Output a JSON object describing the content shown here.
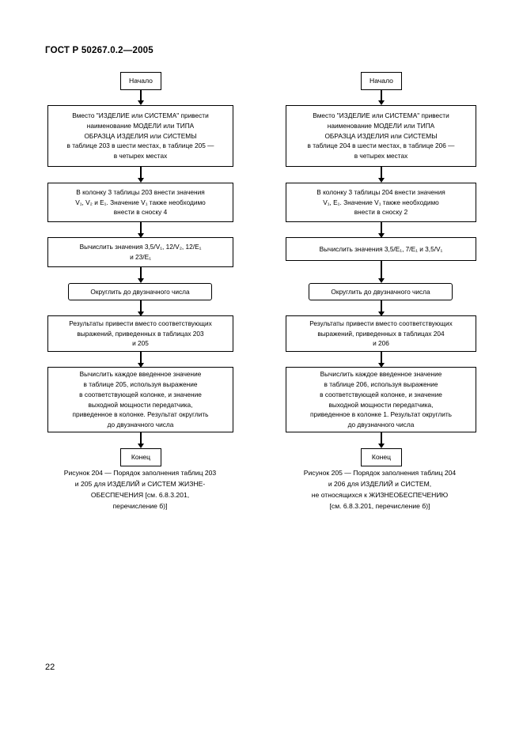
{
  "document": {
    "header": "ГОСТ Р 50267.0.2—2005",
    "page_number": "22"
  },
  "flowcharts": [
    {
      "id": "figure-204",
      "nodes": [
        {
          "name": "start",
          "shape": "terminator",
          "text": "Начало"
        },
        {
          "name": "step-substitute-names",
          "shape": "process",
          "text": "Вместо \"ИЗДЕЛИЕ или СИСТЕМА\" привести\nнаименование МОДЕЛИ или ТИПА\nОБРАЗЦА ИЗДЕЛИЯ или СИСТЕМЫ\nв таблице 203 в шести местах, в таблице 205 —\nв четырех местах"
        },
        {
          "name": "step-enter-values",
          "shape": "process",
          "text": "В колонку 3 таблицы 203 внести значения\nV₁, V₂ и E₁. Значение V₁ также необходимо\nвнести в сноску 4"
        },
        {
          "name": "step-compute-expressions",
          "shape": "process",
          "text": "Вычислить значения 3,5/V₁, 12/V₂, 12/E₁\nи 23/E₁"
        },
        {
          "name": "step-round",
          "shape": "rounded",
          "text": "Округлить до двузначного числа"
        },
        {
          "name": "step-insert-results",
          "shape": "process",
          "text": "Результаты привести вместо соответствующих\nвыражений, приведенных в таблицах 203\nи 205"
        },
        {
          "name": "step-compute-each-value",
          "shape": "process",
          "text": "Вычислить каждое введенное значение\nв таблице 205, используя выражение\nв соответствующей колонке, и значение\nвыходной мощности передатчика,\nприведенное в колонке. Результат округлить\nдо двузначного числа"
        },
        {
          "name": "end",
          "shape": "terminator",
          "text": "Конец"
        }
      ],
      "caption": "Рисунок 204 — Порядок заполнения таблиц 203\nи 205 для ИЗДЕЛИЙ и СИСТЕМ ЖИЗНЕ-\nОБЕСПЕЧЕНИЯ  [см. 6.8.3.201,\nперечисление б)]"
    },
    {
      "id": "figure-205",
      "nodes": [
        {
          "name": "start",
          "shape": "terminator",
          "text": "Начало"
        },
        {
          "name": "step-substitute-names",
          "shape": "process",
          "text": "Вместо \"ИЗДЕЛИЕ или СИСТЕМА\" привести\nнаименование МОДЕЛИ или ТИПА\nОБРАЗЦА ИЗДЕЛИЯ или СИСТЕМЫ\nв таблице 204 в шести местах, в таблице 206 —\nв четырех местах"
        },
        {
          "name": "step-enter-values",
          "shape": "process",
          "text": "В колонку 3 таблицы 204 внести значения\nV₁, E₁. Значение V₁ также необходимо\nвнести в сноску 2"
        },
        {
          "name": "step-compute-expressions",
          "shape": "process",
          "text": "Вычислить значения 3,5/E₁, 7/E₁ и 3,5/V₁"
        },
        {
          "name": "step-round",
          "shape": "rounded",
          "text": "Округлить до двузначного числа"
        },
        {
          "name": "step-insert-results",
          "shape": "process",
          "text": "Результаты привести вместо соответствующих\nвыражений, приведенных в таблицах 204\nи 206"
        },
        {
          "name": "step-compute-each-value",
          "shape": "process",
          "text": "Вычислить каждое введенное значение\nв таблице 206, используя выражение\nв соответствующей колонке, и значение\nвыходной мощности передатчика,\nприведенное в колонке 1. Результат округлить\nдо двузначного числа"
        },
        {
          "name": "end",
          "shape": "terminator",
          "text": "Конец"
        }
      ],
      "caption": "Рисунок 205 — Порядок заполнения таблиц 204\nи 206 для  ИЗДЕЛИЙ и СИСТЕМ,\nне относящихся к ЖИЗНЕОБЕСПЕЧЕНИЮ\n[см. 6.8.3.201, перечисление б)]"
    }
  ]
}
